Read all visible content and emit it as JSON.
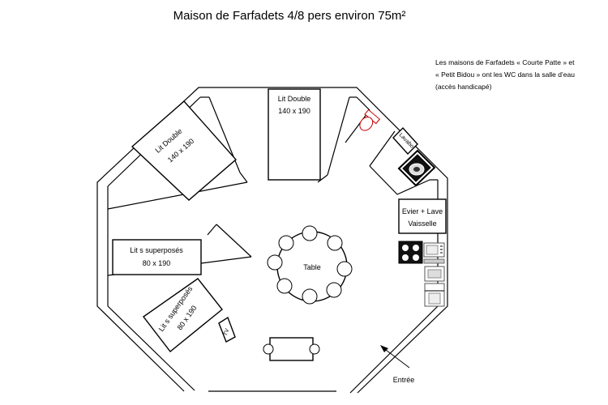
{
  "title": "Maison de Farfadets 4/8 pers environ 75m²",
  "note": {
    "lines": [
      "Les maisons de Farfadets « Courte Patte » et",
      "« Petit Bidou » ont les WC dans la salle d’eau",
      "(accès handicapé)"
    ]
  },
  "rooms": {
    "bed_double_left": {
      "line1": "Lit Double",
      "line2": "140 x 190"
    },
    "bed_double_top": {
      "line1": "Lit Double",
      "line2": "140 x 190"
    },
    "bunk_left": {
      "line1": "Lit s superposés",
      "line2": "80 x 190"
    },
    "bunk_bottom": {
      "line1": "Lit s superposés",
      "line2": "80 x 190"
    },
    "lavabo": "Lavabo",
    "sink": {
      "line1": "Evier + Lave",
      "line2": "Vaisselle"
    },
    "table": "Table",
    "tv": "TV",
    "entrance": "Entrée"
  }
}
